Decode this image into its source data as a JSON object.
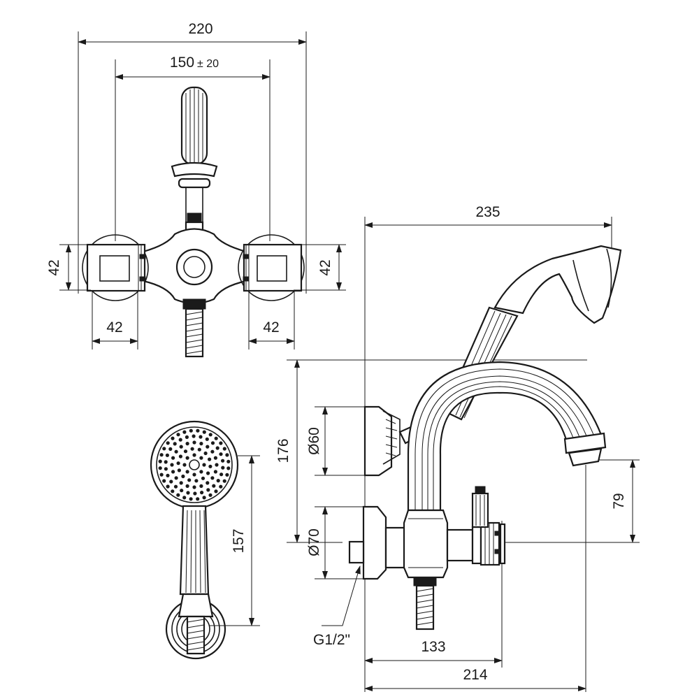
{
  "dimensions": {
    "top_width": "220",
    "top_spacing": "150",
    "top_spacing_tol": "± 20",
    "top_left_height": "42",
    "top_right_height": "42",
    "top_left_width": "42",
    "top_right_width": "42",
    "shower_length": "157",
    "side_length": "235",
    "side_height": "176",
    "wall_plate_top_dia": "Ø60",
    "wall_plate_bottom_dia": "Ø70",
    "spout_height": "79",
    "thread": "G1/2\"",
    "side_depth_inner": "133",
    "side_depth_outer": "214"
  },
  "colors": {
    "line": "#1a1a1a",
    "background": "#ffffff"
  }
}
